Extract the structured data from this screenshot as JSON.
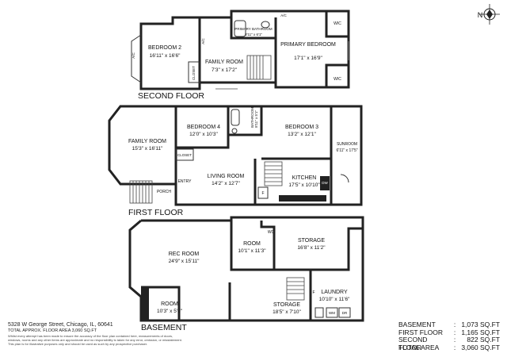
{
  "floors": {
    "second": {
      "label": "SECOND FLOOR",
      "rooms": [
        {
          "name": "BEDROOM 2",
          "dims": "16'11\" x 16'6\""
        },
        {
          "name": "FAMILY ROOM",
          "dims": "7'3\" x 17'2\""
        },
        {
          "name": "PRIMARY BEDROOM",
          "dims": "17'1\" x 16'9\""
        },
        {
          "name": "PRIMARY BATHROOM",
          "dims": "8'11\" x 6'1\""
        }
      ],
      "labels": {
        "wic_1": "WIC",
        "wic_2": "WIC",
        "closet": "CLOSET",
        "ac_1": "A/C",
        "ac_2": "A/C",
        "ac_3": "A/C"
      }
    },
    "first": {
      "label": "FIRST FLOOR",
      "rooms": [
        {
          "name": "FAMILY ROOM",
          "dims": "15'3\" x 16'11\""
        },
        {
          "name": "BEDROOM 4",
          "dims": "12'0\" x 10'3\""
        },
        {
          "name": "BEDROOM 3",
          "dims": "13'2\" x 12'1\""
        },
        {
          "name": "SUNROOM",
          "dims": "6'11\" x 17'5\""
        },
        {
          "name": "LIVING ROOM",
          "dims": "14'2\" x 12'7\""
        },
        {
          "name": "KITCHEN",
          "dims": "17'5\" x 10'10\""
        },
        {
          "name": "BATHROOM",
          "dims": "8'11\" x 5'1\""
        }
      ],
      "labels": {
        "closet": "CLOSET",
        "porch": "PORCH",
        "entry": "ENTRY",
        "dw": "DW",
        "f": "F"
      }
    },
    "basement": {
      "label": "BASEMENT",
      "rooms": [
        {
          "name": "REC ROOM",
          "dims": "24'9\" x 15'11\""
        },
        {
          "name": "ROOM",
          "dims": "10'1\" x 11'3\""
        },
        {
          "name": "STORAGE",
          "dims": "16'8\" x 11'2\""
        },
        {
          "name": "LAUNDRY",
          "dims": "10'10\" x 11'6\""
        },
        {
          "name": "ROOM",
          "dims": "10'3\" x 5'0\""
        },
        {
          "name": "STORAGE",
          "dims": "18'5\" x 7'10\""
        }
      ],
      "labels": {
        "wc": "WC",
        "f": "F",
        "wm": "WM",
        "dr": "DR"
      }
    }
  },
  "compass": {
    "letter": "N"
  },
  "footer": {
    "address": "5328 W George Street, Chicago, IL, 60641",
    "total_line": "TOTAL APPROX. FLOOR AREA 3,060 SQ.FT",
    "disclaimer_1": "Whilst every attempt has been made to ensure the accuracy of the floor plan contained here, measurements of doors,",
    "disclaimer_2": "windows, rooms and any other items are approximate and no responsibility is taken for any error, omission, or misstatement.",
    "disclaimer_3": "This plan is for illustrative purposes only and should be used as such by any prospective purchaser."
  },
  "area_table": [
    {
      "label": "BASEMENT",
      "sep": ":",
      "value": "1,073 SQ.FT"
    },
    {
      "label": "FIRST FLOOR",
      "sep": ":",
      "value": "1,165 SQ.FT"
    },
    {
      "label": "SECOND FLOOR",
      "sep": ":",
      "value": "822 SQ.FT"
    },
    {
      "label": "TOTAL AREA",
      "sep": ":",
      "value": "3,060 SQ.FT"
    }
  ]
}
